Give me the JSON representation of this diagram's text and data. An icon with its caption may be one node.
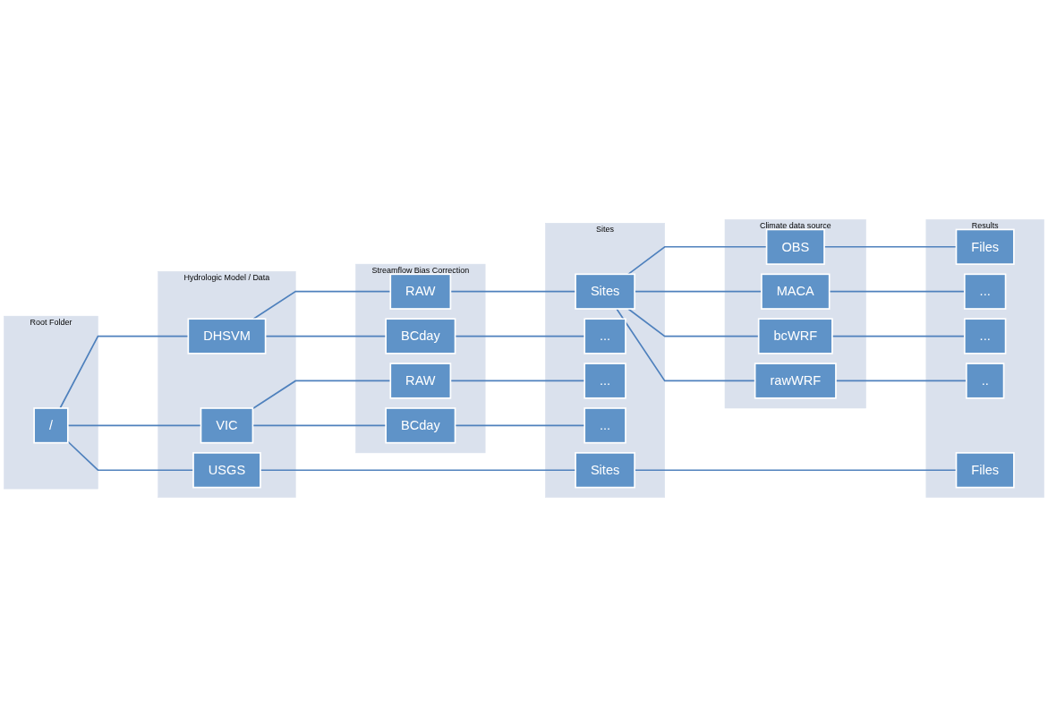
{
  "diagram": {
    "nodes": [
      {
        "text": [
          "Root Folder"
        ]
      },
      {
        "text": [
          "/"
        ],
        "in": 0
      },
      {
        "text": [
          "Hydrologic Model / Data"
        ]
      },
      {
        "text": [
          "DHSVM"
        ],
        "in": 2
      },
      {
        "text": [
          "VIC"
        ],
        "in": 2
      },
      {
        "text": [
          "USGS"
        ],
        "in": 2
      },
      {
        "text": [
          "Streamflow Bias Correction"
        ]
      },
      {
        "text": [
          "RAW"
        ],
        "in": 6
      },
      {
        "text": [
          "BCday"
        ],
        "in": 6
      },
      {
        "text": [
          "RAW"
        ],
        "in": 6
      },
      {
        "text": [
          "BCday"
        ],
        "in": 6
      },
      {
        "text": [
          "Sites"
        ]
      },
      {
        "text": [
          "Sites"
        ],
        "in": 11
      },
      {
        "text": [
          "..."
        ],
        "in": 11
      },
      {
        "text": [
          "..."
        ],
        "in": 11
      },
      {
        "text": [
          "..."
        ],
        "in": 11
      },
      {
        "text": [
          "Sites"
        ],
        "in": 11
      },
      {
        "text": [
          "Climate data source"
        ]
      },
      {
        "text": [
          "OBS"
        ],
        "in": 17
      },
      {
        "text": [
          "MACA"
        ],
        "in": 17
      },
      {
        "text": [
          "bcWRF"
        ],
        "in": 17
      },
      {
        "text": [
          "rawWRF"
        ],
        "in": 17
      },
      {
        "text": [
          "Results"
        ]
      },
      {
        "text": [
          "Files"
        ],
        "in": 22
      },
      {
        "text": [
          "..."
        ],
        "in": 22
      },
      {
        "text": [
          "..."
        ],
        "in": 22
      },
      {
        "text": [
          ".."
        ],
        "in": 22
      },
      {
        "text": [
          "Files"
        ],
        "in": 22
      }
    ],
    "edges": [
      {
        "from": 1,
        "to": 3,
        "arrow": "none"
      },
      {
        "from": 1,
        "to": 4,
        "arrow": "none"
      },
      {
        "from": 1,
        "to": 5,
        "arrow": "none"
      },
      {
        "from": 3,
        "to": 7,
        "arrow": "none"
      },
      {
        "from": 3,
        "to": 8,
        "arrow": "none"
      },
      {
        "from": 4,
        "to": 9,
        "arrow": "none"
      },
      {
        "from": 4,
        "to": 10,
        "arrow": "none"
      },
      {
        "from": 7,
        "to": 12,
        "arrow": "none"
      },
      {
        "from": 8,
        "to": 13,
        "arrow": "none"
      },
      {
        "from": 9,
        "to": 14,
        "arrow": "none"
      },
      {
        "from": 10,
        "to": 15,
        "arrow": "none"
      },
      {
        "from": 5,
        "to": 16,
        "arrow": "none"
      },
      {
        "from": 12,
        "to": 18,
        "arrow": "none"
      },
      {
        "from": 12,
        "to": 19,
        "arrow": "none"
      },
      {
        "from": 12,
        "to": 20,
        "arrow": "none"
      },
      {
        "from": 12,
        "to": 21,
        "arrow": "none"
      },
      {
        "from": 18,
        "to": 23,
        "arrow": "none"
      },
      {
        "from": 19,
        "to": 24,
        "arrow": "none"
      },
      {
        "from": 20,
        "to": 25,
        "arrow": "none"
      },
      {
        "from": 21,
        "to": 26,
        "arrow": "none"
      },
      {
        "from": 16,
        "to": 27,
        "arrow": "none"
      }
    ]
  }
}
